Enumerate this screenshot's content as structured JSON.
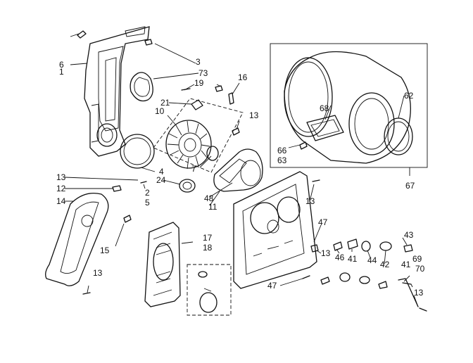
{
  "labels": {
    "n6": "6",
    "n1": "1",
    "n3": "3",
    "n73": "73",
    "n16": "16",
    "n19": "19",
    "n21": "21",
    "n10": "10",
    "n13a": "13",
    "n7": "7",
    "n4": "4",
    "n24": "24",
    "n2": "2",
    "n5": "5",
    "n13b": "13",
    "n12": "12",
    "n14": "14",
    "n15": "15",
    "n13c": "13",
    "n17": "17",
    "n18": "18",
    "n11": "11",
    "n48": "48",
    "n13d": "13",
    "n47a": "47",
    "n13e": "13",
    "n46": "46",
    "n41a": "41",
    "n44": "44",
    "n42": "42",
    "n43": "43",
    "n41b": "41",
    "n69": "69",
    "n70": "70",
    "n13f": "13",
    "n47b": "47",
    "n68": "68",
    "n62": "62",
    "n66": "66",
    "n63": "63",
    "n67": "67"
  }
}
